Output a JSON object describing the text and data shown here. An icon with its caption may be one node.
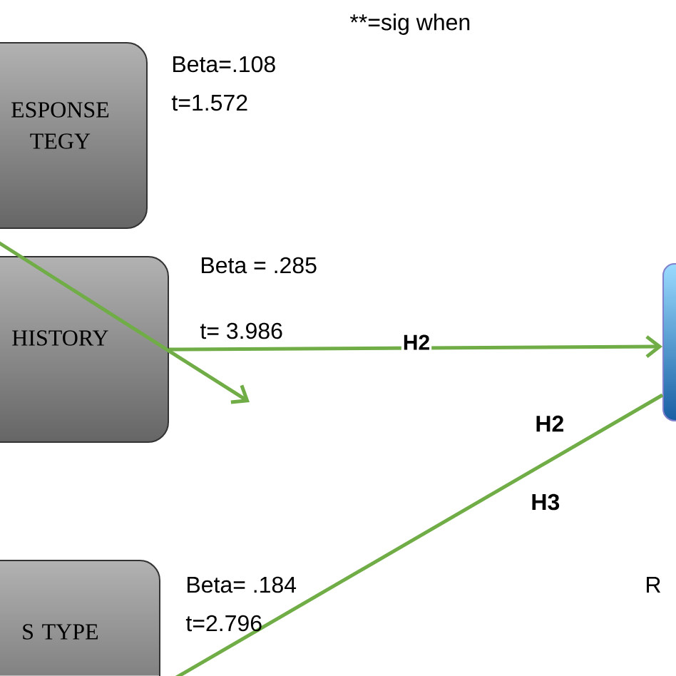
{
  "diagram": {
    "nodes": [
      {
        "text": [
          "ESPONSE TEGY"
        ]
      },
      {
        "text": [
          "HISTORY"
        ]
      },
      {
        "text": [
          "S TYPE"
        ]
      },
      {
        "text": [],
        "shape": "box"
      }
    ],
    "edges": [
      {
        "from": 1,
        "to": 3,
        "arrow": "to",
        "label": "H2"
      },
      {
        "from": 0,
        "to": null,
        "arrow": "to"
      },
      {
        "from": 2,
        "to": 3,
        "arrow": "none"
      }
    ],
    "labels": [
      "**=sig when",
      "Beta=.108",
      "t=1.572",
      "Beta = .285",
      "t= 3.986",
      "H2",
      "H3",
      "Beta= .184",
      "t=2.796",
      "R"
    ]
  }
}
